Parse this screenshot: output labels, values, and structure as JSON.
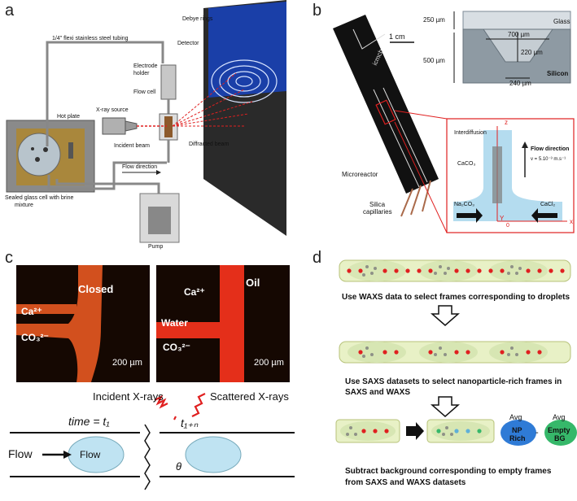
{
  "panels": {
    "a": {
      "letter": "a",
      "labels": {
        "tubing": "1/4\" flexi stainless steel tubing",
        "debye": "Debye rings",
        "detector": "Detector",
        "electrode": "Electrode",
        "holder": "holder",
        "flowcell": "Flow cell",
        "hotplate": "Hot plate",
        "xray": "X-ray source",
        "incident": "Incident beam",
        "diffracted": "Diffracted beam",
        "flowdir": "Flow direction",
        "sealed1": "Sealed glass cell with brine",
        "sealed2": "mixture",
        "pump": "Pump"
      }
    },
    "b": {
      "letter": "b",
      "labels": {
        "scale": "1 cm",
        "d250": "250 µm",
        "d500": "500 µm",
        "d700": "700 µm",
        "d220": "220 µm",
        "d240": "240 µm",
        "glass": "Glass",
        "silicon": "Silicon",
        "microreactor": "Microreactor",
        "silica1": "Silica",
        "silica2": "capillaries",
        "interdiffusion": "Interdiffusion",
        "flowdir": "Flow direction",
        "velocity": "v = 5.10⁻³ m.s⁻¹",
        "caco3": "CaCO₃",
        "na2co3": "Na₂CO₃",
        "cacl2": "CaCl₂",
        "z": "z",
        "y": "Y",
        "x": "x",
        "origin": "0",
        "chip": "icmcb"
      }
    },
    "c": {
      "letter": "c",
      "labels": {
        "closed": "Closed",
        "ca_left": "Ca²⁺",
        "co3_left": "CO₃²⁻",
        "scale_left": "200 µm",
        "ca_right": "Ca²⁺",
        "oil": "Oil",
        "water": "Water",
        "co3_right": "CO₃²⁻",
        "scale_right": "200 µm",
        "incident": "Incident X-rays",
        "scattered": "Scattered X-rays",
        "time": "time = t₁",
        "t1n": "t₁₊ₙ",
        "flow": "Flow",
        "flow_drop": "Flow",
        "theta": "θ"
      }
    },
    "d": {
      "letter": "d",
      "step1": "Use WAXS data to select frames corresponding to droplets",
      "step2a": "Use SAXS datasets to select nanoparticle-rich frames in",
      "step2b": "SAXS and WAXS",
      "step3a": "Subtract background corresponding to empty frames",
      "step3b": "from SAXS and WAXS datasets",
      "avg1": "Avg",
      "np1": "NP",
      "np2": "Rich",
      "minus": "-",
      "avg2": "Avg",
      "empty1": "Empty",
      "empty2": "BG"
    }
  },
  "colors": {
    "red": "#e02020",
    "blue_detector": "#1a3fa8",
    "orange_micro": "#d2501e",
    "tube_green": "#e8f1c6",
    "np_blue": "#2f7bd6",
    "empty_green": "#36b86a"
  }
}
